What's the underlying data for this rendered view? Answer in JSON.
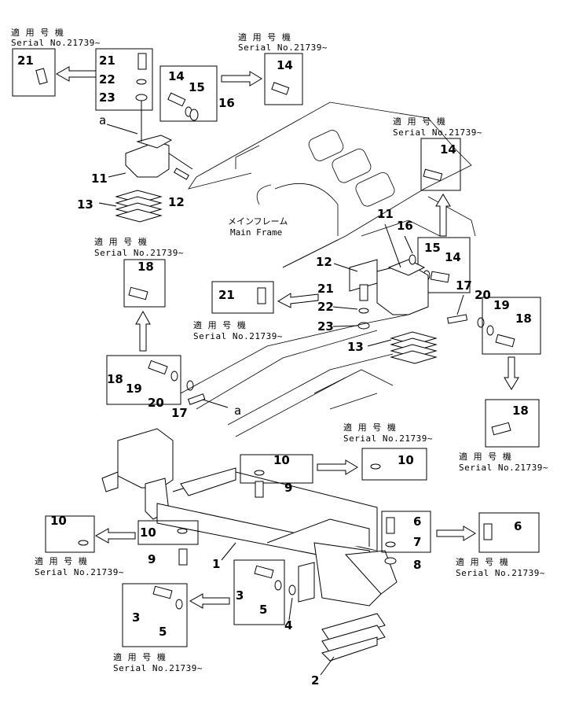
{
  "serial_jp": "適 用 号 機",
  "serial_en": "Serial No.21739~",
  "main_frame_jp": "メインフレーム",
  "main_frame_en": "Main Frame",
  "view_marker": "a",
  "labels": {
    "p1": "1",
    "p2": "2",
    "p3": "3",
    "p4": "4",
    "p5": "5",
    "p6": "6",
    "p7": "7",
    "p8": "8",
    "p9": "9",
    "p10": "10",
    "p11": "11",
    "p12": "12",
    "p13": "13",
    "p14": "14",
    "p15": "15",
    "p16": "16",
    "p17": "17",
    "p18": "18",
    "p19": "19",
    "p20": "20",
    "p21": "21",
    "p22": "22",
    "p23": "23"
  }
}
